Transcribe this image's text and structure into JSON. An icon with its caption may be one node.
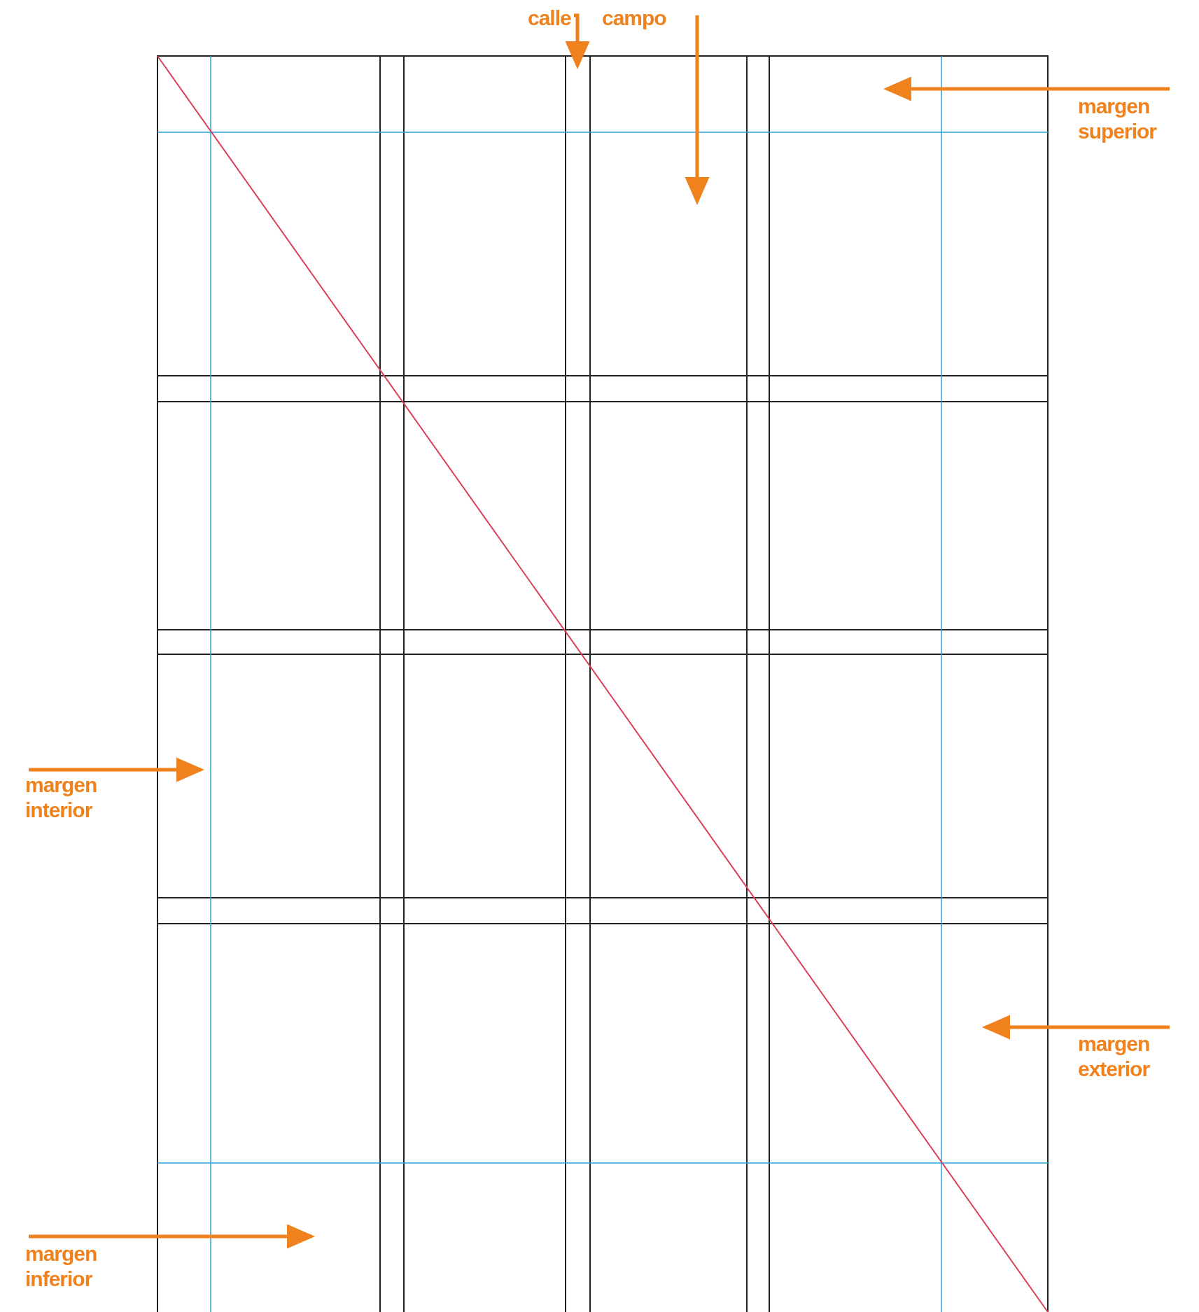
{
  "diagram": {
    "nodes": [
      {
        "text": [
          "calle"
        ]
      },
      {
        "text": [
          "campo"
        ]
      },
      {
        "text": [
          "margen superior"
        ]
      },
      {
        "text": [
          "margen interior"
        ]
      },
      {
        "text": [
          "margen exterior"
        ]
      },
      {
        "text": [
          "margen inferior"
        ]
      }
    ],
    "edges": [
      {
        "from": 0,
        "to": null,
        "arrow": "to"
      },
      {
        "from": 1,
        "to": null,
        "arrow": "to"
      },
      {
        "from": 2,
        "to": null,
        "arrow": "to"
      },
      {
        "from": 3,
        "to": null,
        "arrow": "to"
      },
      {
        "from": 4,
        "to": null,
        "arrow": "to"
      },
      {
        "from": 5,
        "to": null,
        "arrow": "to"
      }
    ]
  }
}
